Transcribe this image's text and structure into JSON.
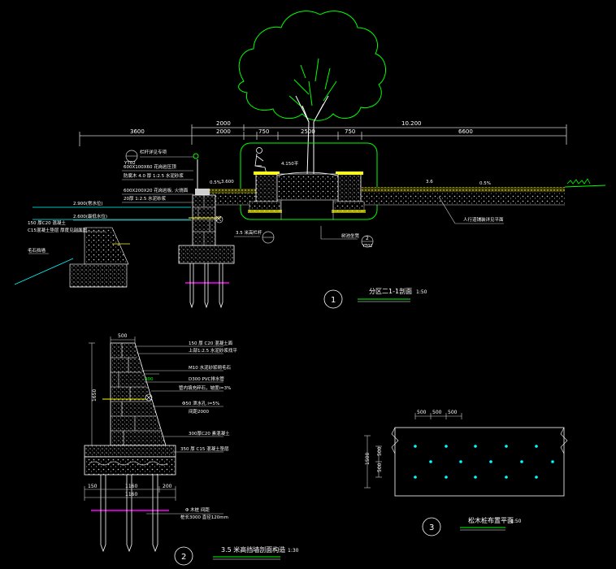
{
  "dimensions_top": {
    "row1": [
      "2000",
      "10.200"
    ],
    "row2": [
      "3600",
      "2000",
      "750",
      "2500",
      "750",
      "6600"
    ]
  },
  "section1": {
    "title": "分区二1-1剖面",
    "scale": "1:50",
    "number": "1",
    "labels": {
      "elev_left": "2.900(常水位)",
      "elev_low": "2.600(最低水位)",
      "elev_mid": "3.600",
      "elev_bench": "4.150平",
      "slope_left": "0.5%",
      "slope_right": "0.5%",
      "elev_right": "3.6",
      "rail": "3.5 米高栏杆",
      "ref1": "YT02",
      "ref2_top": "2",
      "ref2_bot": "YT02"
    },
    "notes_left": [
      "栏杆详见专项",
      "600X100X60 花岗岩压顶",
      "防腐木 4.0 厚 1:2.5 水泥砂浆",
      "600X200X20 花岗岩板, 火烧面",
      "20厚 1:2.5 水泥砂浆",
      "150 厚C20 混凝土",
      "C15混凝土垫层 厚度见剖面图"
    ],
    "note_stone": "毛石挡墙",
    "note_pave": "人行道铺装详见平面",
    "note_bench": "树池坐凳"
  },
  "section2": {
    "title": "3.5 米高挡墙剖面构造",
    "scale": "1:30",
    "number": "2",
    "dim_top": "500",
    "dim_height": "1650",
    "dim_side": "400",
    "dims_bottom": [
      "150",
      "1160",
      "200"
    ],
    "dim_total": "1160",
    "notes": [
      "150 厚 C20 混凝土面",
      "上部1:2.5 水泥砂浆找平",
      "M10 水泥砂浆砌毛石",
      "D300 PVC排水管",
      "管内填充碎石，坡度i=3%",
      "Φ50 泄水孔 i=5%",
      "间距2000",
      "300厚C20 素混凝土",
      "350 厚 C15 混凝土垫层"
    ],
    "note_pile1": "Φ 木桩 间距",
    "note_pile2": "桩长3000 直径120mm"
  },
  "section3": {
    "title": "松木桩布置平面",
    "scale": "1:50",
    "number": "3",
    "dims_top": [
      "500",
      "500",
      "500"
    ],
    "dims_side": [
      "500",
      "500"
    ],
    "dim_total": "1500"
  },
  "colors": {
    "background": "#000000",
    "cad_green": "#00ff00",
    "cad_white": "#ffffff",
    "cad_yellow": "#ffff00",
    "cad_cyan": "#00ffff",
    "cad_magenta": "#ff00ff",
    "cad_gray": "#a0a0a0"
  }
}
